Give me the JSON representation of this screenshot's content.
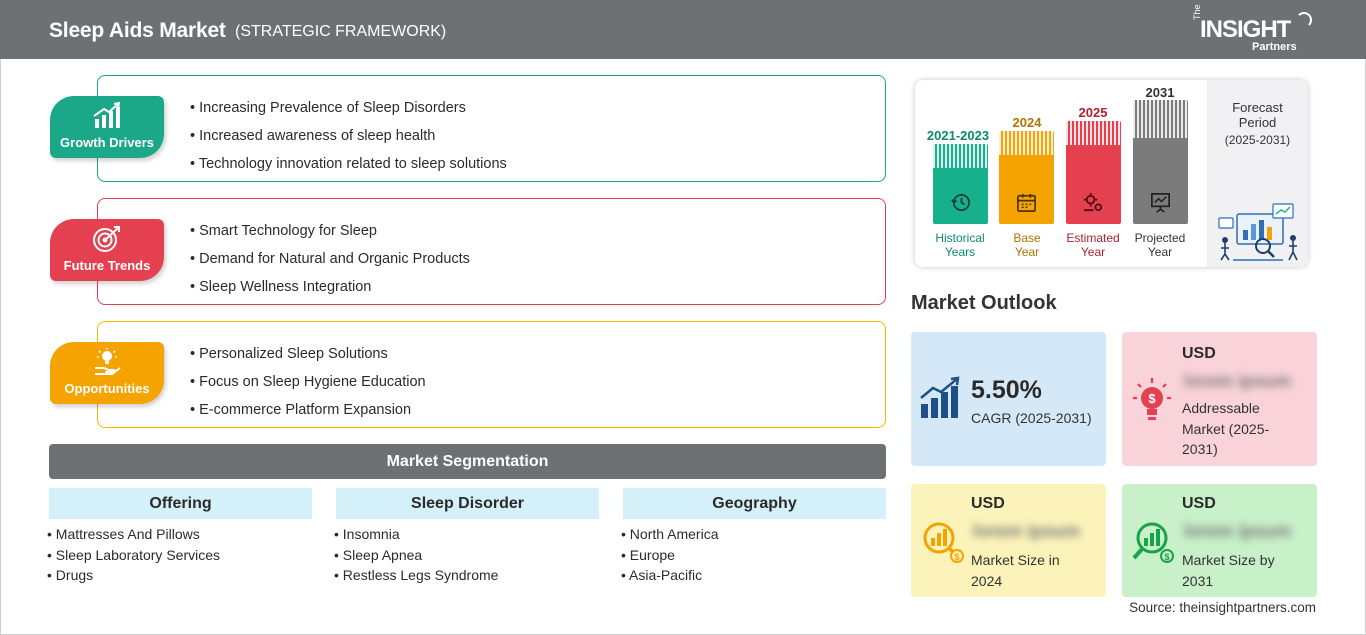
{
  "header": {
    "title": "Sleep Aids Market",
    "subtitle": "(STRATEGIC FRAMEWORK)",
    "logo": {
      "the": "The",
      "insight": "INSIGHT",
      "partners": "Partners"
    }
  },
  "framework": [
    {
      "label": "Growth Drivers",
      "color": "#1aa889",
      "icon": "growth-chart-icon",
      "items": [
        "Increasing Prevalence of Sleep Disorders",
        "Increased awareness of sleep health",
        "Technology innovation related to sleep solutions"
      ]
    },
    {
      "label": "Future Trends",
      "color": "#e4404f",
      "icon": "target-icon",
      "items": [
        "Smart Technology for Sleep",
        "Demand for Natural and Organic Products",
        "Sleep Wellness Integration"
      ]
    },
    {
      "label": "Opportunities",
      "color": "#f5a300",
      "icon": "hand-bulb-icon",
      "items": [
        "Personalized Sleep Solutions",
        "Focus on Sleep Hygiene Education",
        "E-commerce Platform Expansion"
      ]
    }
  ],
  "segmentation": {
    "title": "Market Segmentation",
    "columns": [
      {
        "heading": "Offering",
        "items": [
          "Mattresses And Pillows",
          "Sleep Laboratory Services",
          "Drugs"
        ]
      },
      {
        "heading": "Sleep Disorder",
        "items": [
          "Insomnia",
          "Sleep Apnea",
          "Restless Legs Syndrome"
        ]
      },
      {
        "heading": "Geography",
        "items": [
          "North America",
          "Europe",
          "Asia-Pacific"
        ]
      }
    ]
  },
  "timeline": {
    "bars": [
      {
        "year": "2021-2023",
        "caption": [
          "Historical",
          "Years"
        ],
        "color": "#16b08d",
        "year_color": "#0e8a6c",
        "icon": "history-clock-icon"
      },
      {
        "year": "2024",
        "caption": [
          "Base",
          "Year"
        ],
        "color": "#f5a300",
        "year_color": "#b07400",
        "icon": "calendar-icon"
      },
      {
        "year": "2025",
        "caption": [
          "Estimated",
          "Year"
        ],
        "color": "#e4404f",
        "year_color": "#b0202e",
        "icon": "gears-icon"
      },
      {
        "year": "2031",
        "caption": [
          "Projected",
          "Year"
        ],
        "color": "#7b7b7b",
        "year_color": "#333333",
        "icon": "presentation-icon"
      }
    ],
    "forecast": {
      "title": "Forecast Period",
      "range": "(2025-2031)"
    }
  },
  "outlook": {
    "title": "Market Outlook",
    "cagr": {
      "value": "5.50%",
      "label": "CAGR (2025-2031)",
      "color": "#d4e8f7"
    },
    "addressable": {
      "currency": "USD",
      "value": "lorem ipsum",
      "label": "Addressable Market (2025-2031)",
      "color": "#f9d3d9"
    },
    "size_2024": {
      "currency": "USD",
      "value": "lorem ipsum",
      "label": "Market Size in 2024",
      "color": "#fbf3b9"
    },
    "size_2031": {
      "currency": "USD",
      "value": "lorem ipsum",
      "label": "Market Size by 2031",
      "color": "#c8f0c9"
    }
  },
  "source": "Source: theinsightpartners.com"
}
